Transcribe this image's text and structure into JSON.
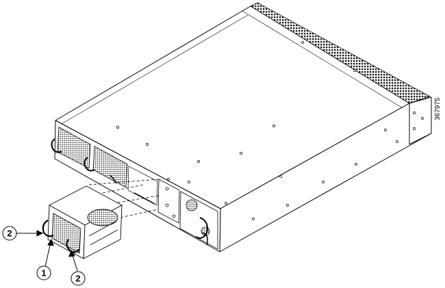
{
  "figure": {
    "figure_id": "367975",
    "callouts": [
      {
        "label": "2",
        "target": "fan-tray-handle"
      },
      {
        "label": "1",
        "target": "fan-tray"
      },
      {
        "label": "2",
        "target": "fan-tray-handle"
      }
    ]
  }
}
